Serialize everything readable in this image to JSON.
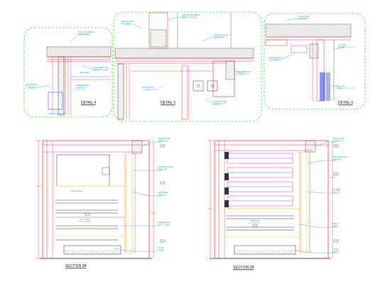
{
  "drawing": {
    "details": [
      {
        "id": "detail-4",
        "label": "DETAIL 4"
      },
      {
        "id": "detail-5",
        "label": "DETAIL 5"
      },
      {
        "id": "detail-6",
        "label": "DETAIL 6"
      }
    ],
    "sections": [
      {
        "id": "section-3a",
        "label": "SECTION 3A"
      },
      {
        "id": "section-3b",
        "label": "SECTION 3B"
      }
    ]
  },
  "colors": {
    "red": "#ff2020",
    "cyan": "#19a3c8",
    "green_dash": "#5ad45a",
    "magenta": "#d22bd2",
    "blue": "#3a4df0",
    "yellow": "#f0e060",
    "dark": "#333333",
    "hatch": "#9a9a9a"
  }
}
